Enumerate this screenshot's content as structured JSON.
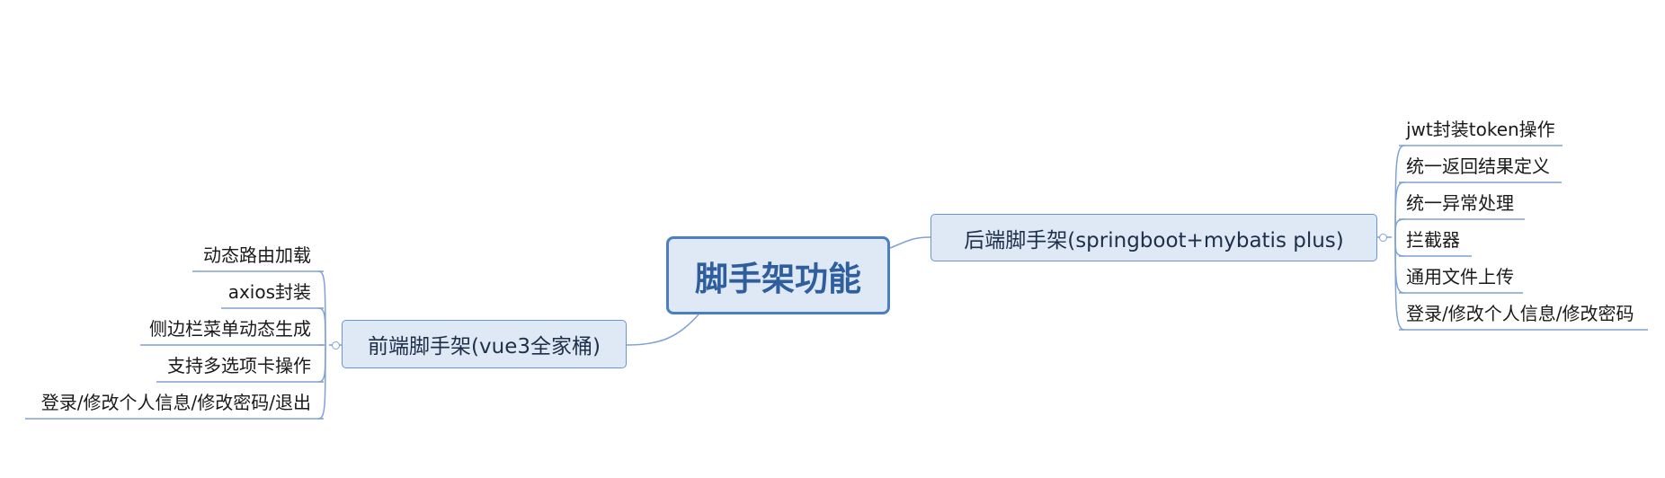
{
  "central": {
    "label": "脚手架功能"
  },
  "branches": {
    "backend": {
      "label": "后端脚手架(springboot+mybatis plus)",
      "items": [
        "jwt封装token操作",
        "统一返回结果定义",
        "统一异常处理",
        "拦截器",
        "通用文件上传",
        "登录/修改个人信息/修改密码"
      ]
    },
    "frontend": {
      "label": "前端脚手架(vue3全家桶)",
      "items": [
        "动态路由加载",
        "axios封装",
        "侧边栏菜单动态生成",
        "支持多选项卡操作",
        "登录/修改个人信息/修改密码/退出"
      ]
    }
  },
  "colors": {
    "line": "#7fa2d4",
    "node_fill": "#dfe8f5",
    "central_border": "#4a7fc1",
    "central_text": "#2f5e9e"
  }
}
